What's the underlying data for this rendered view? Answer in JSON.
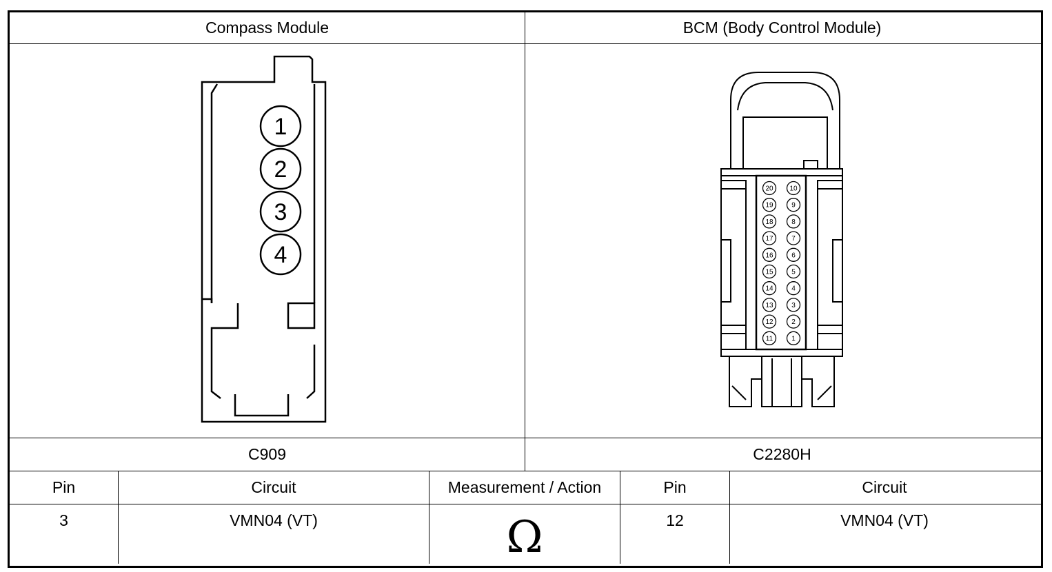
{
  "header": {
    "left_module": "Compass Module",
    "right_module": "BCM (Body Control Module)"
  },
  "connectors": {
    "left_id": "C909",
    "right_id": "C2280H"
  },
  "compass_connector": {
    "pins": [
      "1",
      "2",
      "3",
      "4"
    ]
  },
  "bcm_connector": {
    "left_column": [
      "20",
      "19",
      "18",
      "17",
      "16",
      "15",
      "14",
      "13",
      "12",
      "11"
    ],
    "right_column": [
      "10",
      "9",
      "8",
      "7",
      "6",
      "5",
      "4",
      "3",
      "2",
      "1"
    ]
  },
  "table": {
    "headers": {
      "pin_left": "Pin",
      "circuit_left": "Circuit",
      "measurement": "Measurement / Action",
      "pin_right": "Pin",
      "circuit_right": "Circuit"
    },
    "row": {
      "pin_left": "3",
      "circuit_left": "VMN04 (VT)",
      "measurement_icon": "ohm-icon",
      "measurement_symbol": "Ω",
      "pin_right": "12",
      "circuit_right": "VMN04 (VT)"
    }
  }
}
